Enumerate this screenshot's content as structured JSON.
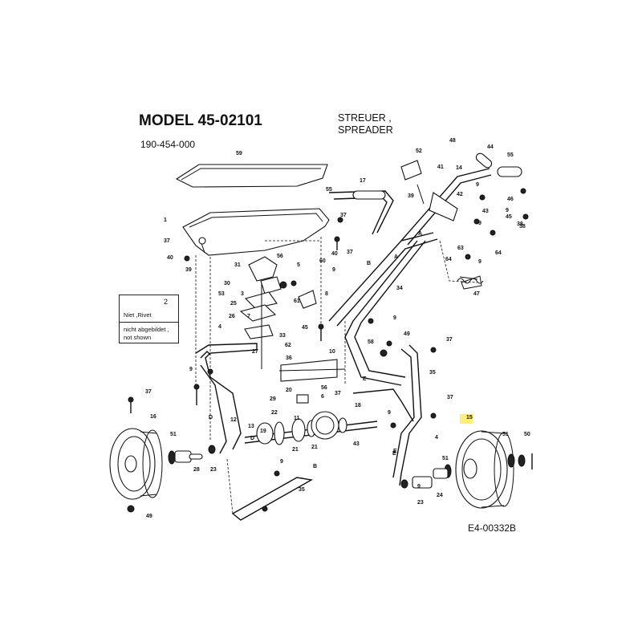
{
  "header": {
    "model": "MODEL 45-02101",
    "part_number": "190-454-000",
    "product_de": "STREUER ,",
    "product_en": "SPREADER"
  },
  "legend": {
    "rivet_number": "2",
    "rivet_label": "Niet ,Rivet",
    "not_shown_de": "nicht abgebildet ,",
    "not_shown_en": "not shown"
  },
  "drawing_number": "E4-00332B",
  "highlighted_callout": "15",
  "callouts": [
    {
      "label": "59"
    },
    {
      "label": "1"
    },
    {
      "label": "37"
    },
    {
      "label": "40"
    },
    {
      "label": "39"
    },
    {
      "label": "31"
    },
    {
      "label": "56"
    },
    {
      "label": "30"
    },
    {
      "label": "53"
    },
    {
      "label": "3"
    },
    {
      "label": "25"
    },
    {
      "label": "26"
    },
    {
      "label": "7"
    },
    {
      "label": "33"
    },
    {
      "label": "27"
    },
    {
      "label": "62"
    },
    {
      "label": "5"
    },
    {
      "label": "60"
    },
    {
      "label": "40"
    },
    {
      "label": "9"
    },
    {
      "label": "61"
    },
    {
      "label": "45"
    },
    {
      "label": "8"
    },
    {
      "label": "37"
    },
    {
      "label": "55"
    },
    {
      "label": "17"
    },
    {
      "label": "37"
    },
    {
      "label": "52"
    },
    {
      "label": "41"
    },
    {
      "label": "39"
    },
    {
      "label": "14"
    },
    {
      "label": "48"
    },
    {
      "label": "44"
    },
    {
      "label": "55"
    },
    {
      "label": "42"
    },
    {
      "label": "9"
    },
    {
      "label": "46"
    },
    {
      "label": "43"
    },
    {
      "label": "9"
    },
    {
      "label": "38"
    },
    {
      "label": "45"
    },
    {
      "label": "9"
    },
    {
      "label": "38"
    },
    {
      "label": "B"
    },
    {
      "label": "A"
    },
    {
      "label": "64"
    },
    {
      "label": "63"
    },
    {
      "label": "9"
    },
    {
      "label": "64"
    },
    {
      "label": "34"
    },
    {
      "label": "47"
    },
    {
      "label": "A"
    },
    {
      "label": "9"
    },
    {
      "label": "58"
    },
    {
      "label": "49"
    },
    {
      "label": "37"
    },
    {
      "label": "4"
    },
    {
      "label": "9"
    },
    {
      "label": "36"
    },
    {
      "label": "10"
    },
    {
      "label": "35"
    },
    {
      "label": "E"
    },
    {
      "label": "D"
    },
    {
      "label": "29"
    },
    {
      "label": "20"
    },
    {
      "label": "56"
    },
    {
      "label": "6"
    },
    {
      "label": "37"
    },
    {
      "label": "18"
    },
    {
      "label": "37"
    },
    {
      "label": "9"
    },
    {
      "label": "E"
    },
    {
      "label": "12"
    },
    {
      "label": "D"
    },
    {
      "label": "16"
    },
    {
      "label": "51"
    },
    {
      "label": "28"
    },
    {
      "label": "23"
    },
    {
      "label": "13"
    },
    {
      "label": "19"
    },
    {
      "label": "22"
    },
    {
      "label": "11"
    },
    {
      "label": "21"
    },
    {
      "label": "21"
    },
    {
      "label": "43"
    },
    {
      "label": "4"
    },
    {
      "label": "E"
    },
    {
      "label": "15"
    },
    {
      "label": "51"
    },
    {
      "label": "50"
    },
    {
      "label": "51"
    },
    {
      "label": "24"
    },
    {
      "label": "23"
    },
    {
      "label": "9"
    },
    {
      "label": "B"
    },
    {
      "label": "35"
    },
    {
      "label": "49"
    },
    {
      "label": "37"
    },
    {
      "label": "9"
    }
  ]
}
